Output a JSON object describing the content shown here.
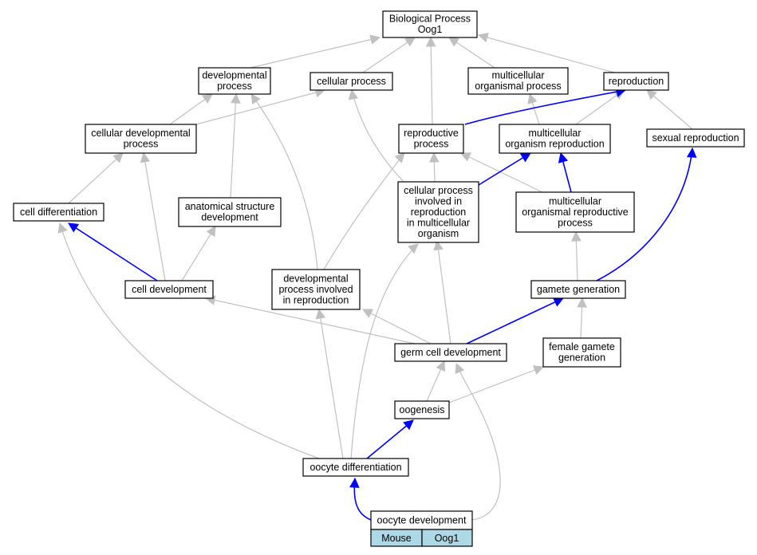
{
  "colors": {
    "background": "#ffffff",
    "node_border": "#000000",
    "edge_is_a": "#c0c0c0",
    "edge_highlight": "#0000ff",
    "table_fill": "#add8e6"
  },
  "nodes": {
    "root": [
      "Biological Process",
      "Oog1"
    ],
    "developmental_process": [
      "developmental",
      "process"
    ],
    "cellular_process": [
      "cellular process"
    ],
    "multicellular_organismal_process": [
      "multicellular",
      "organismal process"
    ],
    "reproduction": [
      "reproduction"
    ],
    "cellular_developmental_process": [
      "cellular developmental",
      "process"
    ],
    "reproductive_process": [
      "reproductive",
      "process"
    ],
    "multicellular_organism_reproduction": [
      "multicellular",
      "organism reproduction"
    ],
    "sexual_reproduction": [
      "sexual reproduction"
    ],
    "cell_differentiation": [
      "cell differentiation"
    ],
    "anatomical_structure_development": [
      "anatomical structure",
      "development"
    ],
    "cellular_process_involved_in_reproduction": [
      "cellular process",
      "involved in",
      "reproduction",
      "in multicellular",
      "organism"
    ],
    "multicellular_organismal_reproductive_process": [
      "multicellular",
      "organismal reproductive",
      "process"
    ],
    "cell_development": [
      "cell development"
    ],
    "developmental_process_involved_in_reproduction": [
      "developmental",
      "process involved",
      "in reproduction"
    ],
    "gamete_generation": [
      "gamete generation"
    ],
    "germ_cell_development": [
      "germ cell development"
    ],
    "female_gamete_generation": [
      "female gamete",
      "generation"
    ],
    "oogenesis": [
      "oogenesis"
    ],
    "oocyte_differentiation": [
      "oocyte differentiation"
    ],
    "oocyte_development": [
      "oocyte development"
    ]
  },
  "annotation_table": {
    "organism": "Mouse",
    "gene": "Oog1"
  }
}
